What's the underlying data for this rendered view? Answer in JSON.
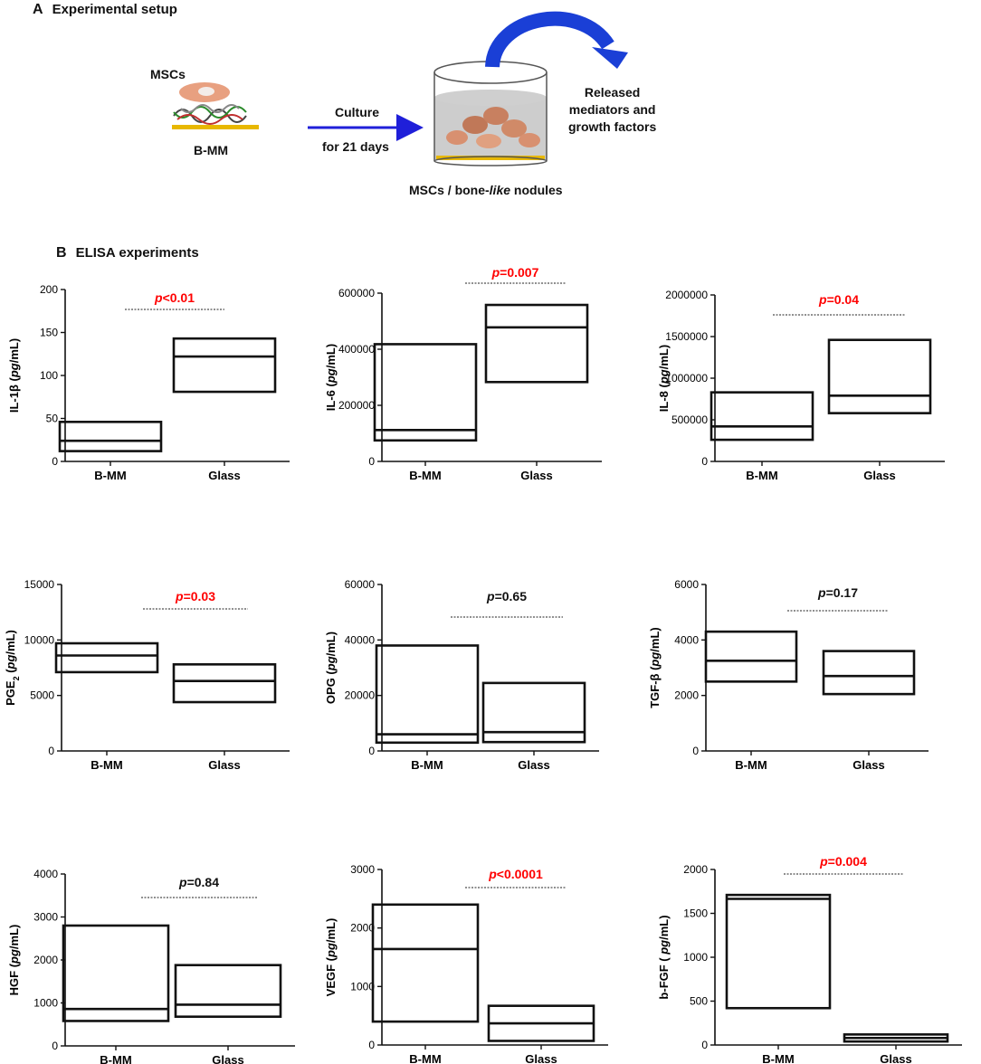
{
  "panelA": {
    "letter": "A",
    "title": "Experimental setup",
    "labels": {
      "cells": "MSCs",
      "scaffold": "B-MM",
      "culture_line1": "Culture",
      "culture_line2": "for 21 days",
      "nodules_prefix": "MSCs / bone-",
      "nodules_italic": "like",
      "nodules_suffix": " nodules",
      "released_line1": "Released",
      "released_line2": "mediators and",
      "released_line3": "growth factors"
    },
    "colors": {
      "arrow": "#1f1fd9",
      "curved_arrow": "#1a3fd6",
      "cell": "#e8a080",
      "scaffold_base": "#e8b800"
    }
  },
  "panelB": {
    "letter": "B",
    "title": "ELISA experiments"
  },
  "colors": {
    "significant": "#ff0000",
    "normal": "#111111"
  },
  "chart_data": [
    {
      "type": "box",
      "analyte": "IL-1β",
      "ylabel_main": "IL-1β  (",
      "ylabel_italic": "pg",
      "ylabel_end": "/mL)",
      "categories": [
        "B-MM",
        "Glass"
      ],
      "boxes": [
        {
          "low": 12,
          "median": 24,
          "high": 46
        },
        {
          "low": 81,
          "median": 122,
          "high": 143
        }
      ],
      "ylim": [
        0,
        200
      ],
      "yticks": [
        0,
        50,
        100,
        150,
        200
      ],
      "ytick_labels": [
        "0",
        "50",
        "100",
        "150",
        "200"
      ],
      "p_prefix": "p",
      "p_suffix": "<0.01",
      "significant": true
    },
    {
      "type": "box",
      "analyte": "IL-6",
      "ylabel_main": "IL-6 (",
      "ylabel_italic": "pg",
      "ylabel_end": "/mL)",
      "categories": [
        "B-MM",
        "Glass"
      ],
      "boxes": [
        {
          "low": 75000,
          "median": 112000,
          "high": 418000
        },
        {
          "low": 283000,
          "median": 478000,
          "high": 558000
        }
      ],
      "ylim": [
        0,
        600000
      ],
      "yticks": [
        0,
        200000,
        400000,
        600000
      ],
      "ytick_labels": [
        "0",
        "200000",
        "400000",
        "600000"
      ],
      "p_prefix": "p",
      "p_suffix": "=0.007",
      "significant": true
    },
    {
      "type": "box",
      "analyte": "IL-8",
      "ylabel_main": "IL-8 (",
      "ylabel_italic": "pg",
      "ylabel_end": "/mL)",
      "categories": [
        "B-MM",
        "Glass"
      ],
      "boxes": [
        {
          "low": 260000,
          "median": 420000,
          "high": 830000
        },
        {
          "low": 580000,
          "median": 790000,
          "high": 1460000
        }
      ],
      "ylim": [
        0,
        2000000
      ],
      "yticks": [
        0,
        500000,
        1000000,
        1500000,
        2000000
      ],
      "ytick_labels": [
        "0",
        "500000",
        "1000000",
        "1500000",
        "2000000"
      ],
      "p_prefix": "p",
      "p_suffix": "=0.04",
      "significant": true
    },
    {
      "type": "box",
      "analyte": "PGE2",
      "ylabel_main": "PGE",
      "ylabel_sub": "2",
      "ylabel_rest": " (",
      "ylabel_italic": "pg",
      "ylabel_end": "/mL)",
      "categories": [
        "B-MM",
        "Glass"
      ],
      "boxes": [
        {
          "low": 7100,
          "median": 8600,
          "high": 9700
        },
        {
          "low": 4400,
          "median": 6300,
          "high": 7800
        }
      ],
      "ylim": [
        0,
        15000
      ],
      "yticks": [
        0,
        5000,
        10000,
        15000
      ],
      "ytick_labels": [
        "0",
        "5000",
        "10000",
        "15000"
      ],
      "p_prefix": "p",
      "p_suffix": "=0.03",
      "significant": true
    },
    {
      "type": "box",
      "analyte": "OPG",
      "ylabel_main": "OPG  (",
      "ylabel_italic": "pg",
      "ylabel_end": "/mL)",
      "categories": [
        "B-MM",
        "Glass"
      ],
      "boxes": [
        {
          "low": 3000,
          "median": 6000,
          "high": 38000
        },
        {
          "low": 3200,
          "median": 6800,
          "high": 24500
        }
      ],
      "ylim": [
        0,
        60000
      ],
      "yticks": [
        0,
        20000,
        40000,
        60000
      ],
      "ytick_labels": [
        "0",
        "20000",
        "40000",
        "60000"
      ],
      "p_prefix": "p",
      "p_suffix": "=0.65",
      "significant": false
    },
    {
      "type": "box",
      "analyte": "TGF-β",
      "ylabel_main": "TGF-β  (",
      "ylabel_italic": "pg",
      "ylabel_end": "/mL)",
      "categories": [
        "B-MM",
        "Glass"
      ],
      "boxes": [
        {
          "low": 2500,
          "median": 3250,
          "high": 4300
        },
        {
          "low": 2050,
          "median": 2700,
          "high": 3600
        }
      ],
      "ylim": [
        0,
        6000
      ],
      "yticks": [
        0,
        2000,
        4000,
        6000
      ],
      "ytick_labels": [
        "0",
        "2000",
        "4000",
        "6000"
      ],
      "p_prefix": "p",
      "p_suffix": "=0.17",
      "significant": false
    },
    {
      "type": "box",
      "analyte": "HGF",
      "ylabel_main": "HGF  (",
      "ylabel_italic": "pg",
      "ylabel_end": "/mL)",
      "categories": [
        "B-MM",
        "Glass"
      ],
      "boxes": [
        {
          "low": 580,
          "median": 860,
          "high": 2800
        },
        {
          "low": 680,
          "median": 960,
          "high": 1880
        }
      ],
      "ylim": [
        0,
        4000
      ],
      "yticks": [
        0,
        1000,
        2000,
        3000,
        4000
      ],
      "ytick_labels": [
        "0",
        "1000",
        "2000",
        "3000",
        "4000"
      ],
      "p_prefix": "p",
      "p_suffix": "=0.84",
      "significant": false
    },
    {
      "type": "box",
      "analyte": "VEGF",
      "ylabel_main": "VEGF  (",
      "ylabel_italic": "pg",
      "ylabel_end": "/mL)",
      "categories": [
        "B-MM",
        "Glass"
      ],
      "boxes": [
        {
          "low": 400,
          "median": 1640,
          "high": 2400
        },
        {
          "low": 70,
          "median": 370,
          "high": 670
        }
      ],
      "ylim": [
        0,
        3000
      ],
      "yticks": [
        0,
        1000,
        2000,
        3000
      ],
      "ytick_labels": [
        "0",
        "1000",
        "2000",
        "3000"
      ],
      "p_prefix": "p",
      "p_suffix": "<0.0001",
      "significant": true
    },
    {
      "type": "box",
      "analyte": "b-FGF",
      "ylabel_main": "b-FGF  ( ",
      "ylabel_italic": "pg",
      "ylabel_end": "/mL)",
      "categories": [
        "B-MM",
        "Glass"
      ],
      "boxes": [
        {
          "low": 420,
          "median": 1665,
          "high": 1710
        },
        {
          "low": 40,
          "median": 80,
          "high": 120
        }
      ],
      "ylim": [
        0,
        2000
      ],
      "yticks": [
        0,
        500,
        1000,
        1500,
        2000
      ],
      "ytick_labels": [
        "0",
        "500",
        "1000",
        "1500",
        "2000"
      ],
      "p_prefix": "p",
      "p_suffix": "=0.004",
      "significant": true
    }
  ]
}
